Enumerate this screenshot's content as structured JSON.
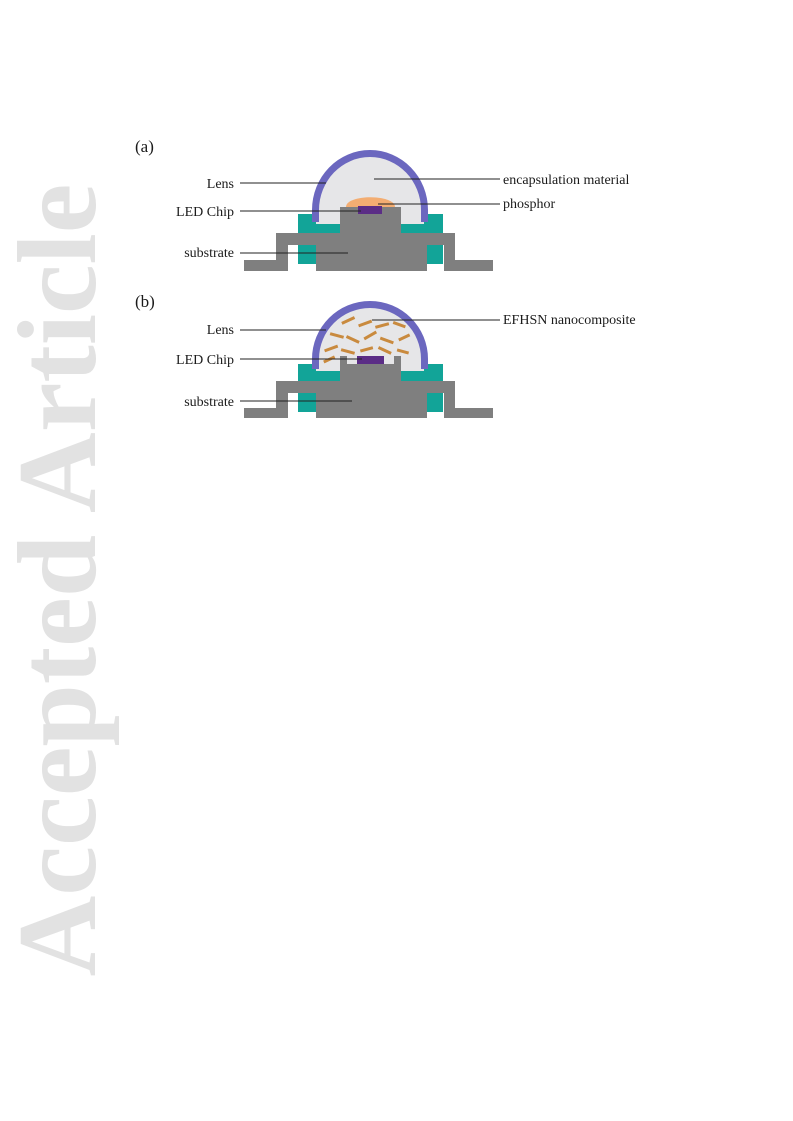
{
  "watermark": {
    "text": "Accepted Article",
    "color": "#e2e2e2"
  },
  "colors": {
    "lens": "#6b67bf",
    "encapsulation": "#e6e6e8",
    "phosphor": "#f3ad72",
    "chip": "#5b2d86",
    "substrate": "#7f7f7f",
    "lead": "#12a498",
    "nanoparticle": "#c98a3e"
  },
  "panel_a": {
    "label": "(a)",
    "lens_label": "Lens",
    "chip_label": "LED Chip",
    "substrate_label": "substrate",
    "encapsulation_label": "encapsulation material",
    "phosphor_label": "phosphor"
  },
  "panel_b": {
    "label": "(b)",
    "lens_label": "Lens",
    "chip_label": "LED Chip",
    "substrate_label": "substrate",
    "nanocomposite_label": "EFHSN nanocomposite"
  }
}
